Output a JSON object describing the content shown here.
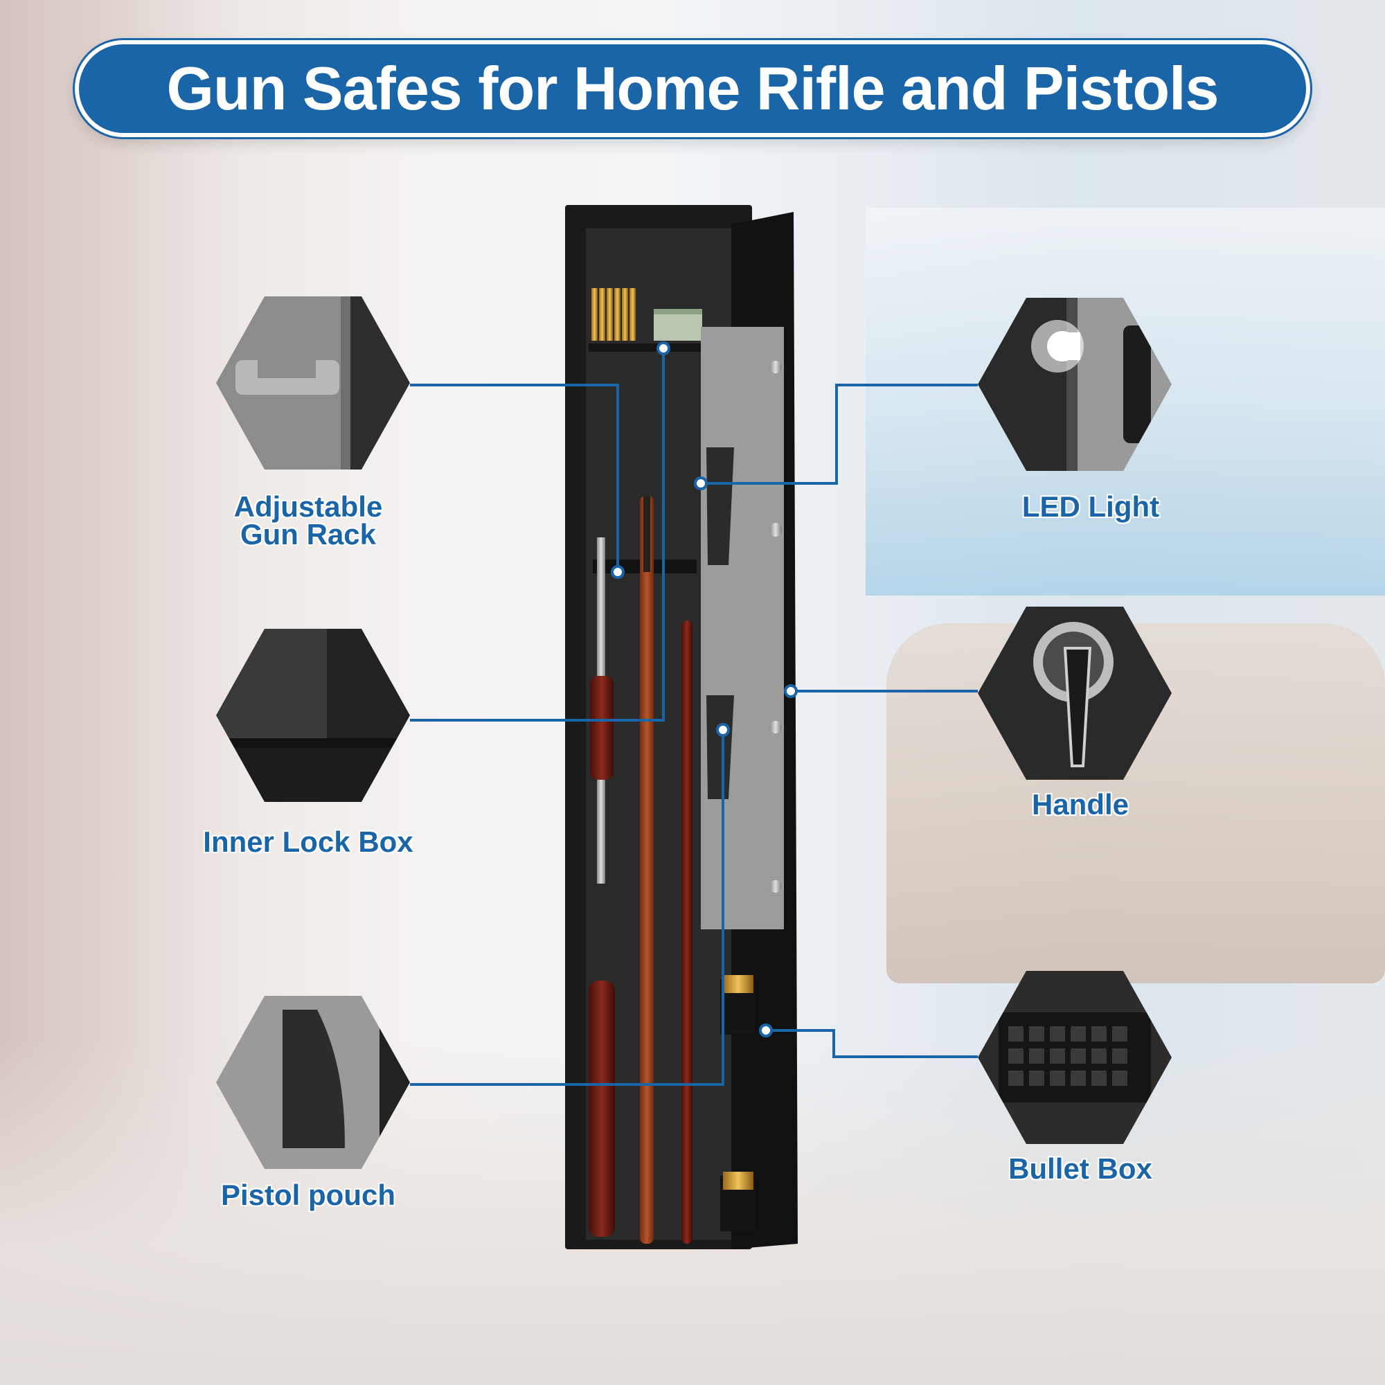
{
  "title": "Gun Safes for Home Rifle and Pistols",
  "features": {
    "adjustable_gun_rack": "Adjustable Gun Rack",
    "inner_lock_box": "Inner Lock Box",
    "pistol_pouch": "Pistol pouch",
    "led_light": "LED Light",
    "handle": "Handle",
    "bullet_box": "Bullet Box"
  },
  "colors": {
    "accent": "#1a64a8",
    "safe_body": "#1c1c1c",
    "felt_gray": "#9a9a9a"
  }
}
